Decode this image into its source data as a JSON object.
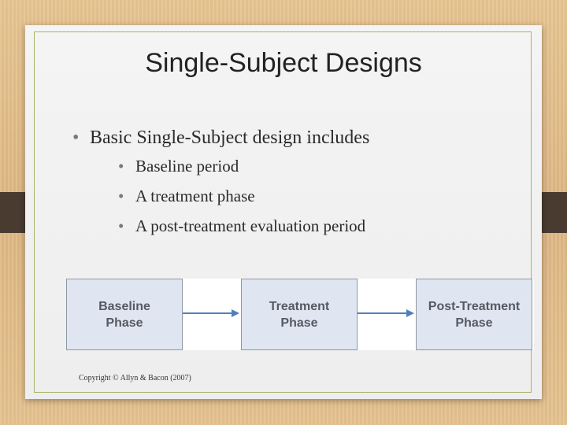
{
  "slide": {
    "title": "Single-Subject Designs",
    "bullet_main": "Basic Single-Subject design includes",
    "sub_bullets": [
      "Baseline period",
      "A treatment phase",
      "A post-treatment evaluation period"
    ],
    "diagram": {
      "phases": [
        "Baseline\nPhase",
        "Treatment\nPhase",
        "Post-Treatment\nPhase"
      ],
      "arrow_color": "#4f7fbf"
    },
    "copyright": "Copyright © Allyn & Bacon (2007)"
  }
}
